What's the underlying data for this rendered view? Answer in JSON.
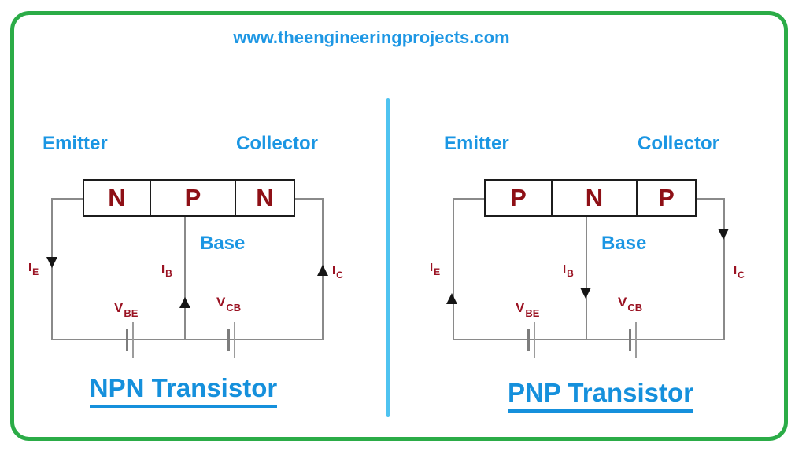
{
  "header": {
    "url": "www.theengineeringprojects.com"
  },
  "colors": {
    "frame_green": "#2bac47",
    "accent_blue": "#1e97e4",
    "title_blue": "#1590dc",
    "divider_blue": "#4fc3f0",
    "dark_red": "#8e1016",
    "wire_gray": "#8a8a8a"
  },
  "diagrams": [
    {
      "id": "npn",
      "title": "NPN Transistor",
      "emitter_label": "Emitter",
      "collector_label": "Collector",
      "base_label": "Base",
      "regions": [
        "N",
        "P",
        "N"
      ],
      "currents": {
        "emitter": {
          "symbol": "I",
          "sub": "E"
        },
        "base": {
          "symbol": "I",
          "sub": "B"
        },
        "collector": {
          "symbol": "I",
          "sub": "C"
        }
      },
      "voltages": {
        "base_emitter": {
          "symbol": "V",
          "sub": "BE"
        },
        "collector_base": {
          "symbol": "V",
          "sub": "CB"
        }
      }
    },
    {
      "id": "pnp",
      "title": "PNP Transistor",
      "emitter_label": "Emitter",
      "collector_label": "Collector",
      "base_label": "Base",
      "regions": [
        "P",
        "N",
        "P"
      ],
      "currents": {
        "emitter": {
          "symbol": "I",
          "sub": "E"
        },
        "base": {
          "symbol": "I",
          "sub": "B"
        },
        "collector": {
          "symbol": "I",
          "sub": "C"
        }
      },
      "voltages": {
        "base_emitter": {
          "symbol": "V",
          "sub": "BE"
        },
        "collector_base": {
          "symbol": "V",
          "sub": "CB"
        }
      }
    }
  ]
}
